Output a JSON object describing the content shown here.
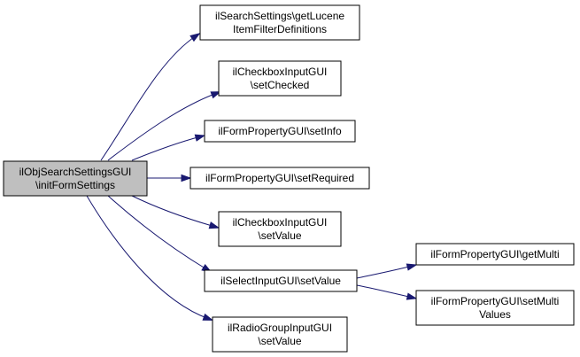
{
  "diagram": {
    "colors": {
      "edge": "#191970",
      "root_fill": "#bfbfbf",
      "node_fill": "#ffffff",
      "border": "#000000"
    },
    "nodes": [
      {
        "id": "root",
        "lines": [
          "ilObjSearchSettingsGUI",
          "\\initFormSettings"
        ]
      },
      {
        "id": "n1",
        "lines": [
          "ilSearchSettings\\getLucene",
          "ItemFilterDefinitions"
        ]
      },
      {
        "id": "n2",
        "lines": [
          "ilCheckboxInputGUI",
          "\\setChecked"
        ]
      },
      {
        "id": "n3",
        "lines": [
          "ilFormPropertyGUI\\setInfo"
        ]
      },
      {
        "id": "n4",
        "lines": [
          "ilFormPropertyGUI\\setRequired"
        ]
      },
      {
        "id": "n5",
        "lines": [
          "ilCheckboxInputGUI",
          "\\setValue"
        ]
      },
      {
        "id": "n6",
        "lines": [
          "ilSelectInputGUI\\setValue"
        ]
      },
      {
        "id": "n7",
        "lines": [
          "ilRadioGroupInputGUI",
          "\\setValue"
        ]
      },
      {
        "id": "n8",
        "lines": [
          "ilFormPropertyGUI\\getMulti"
        ]
      },
      {
        "id": "n9",
        "lines": [
          "ilFormPropertyGUI\\setMulti",
          "Values"
        ]
      }
    ],
    "edges": [
      {
        "from": "root",
        "to": "n1"
      },
      {
        "from": "root",
        "to": "n2"
      },
      {
        "from": "root",
        "to": "n3"
      },
      {
        "from": "root",
        "to": "n4"
      },
      {
        "from": "root",
        "to": "n5"
      },
      {
        "from": "root",
        "to": "n6"
      },
      {
        "from": "root",
        "to": "n7"
      },
      {
        "from": "n6",
        "to": "n8"
      },
      {
        "from": "n6",
        "to": "n9"
      }
    ]
  }
}
